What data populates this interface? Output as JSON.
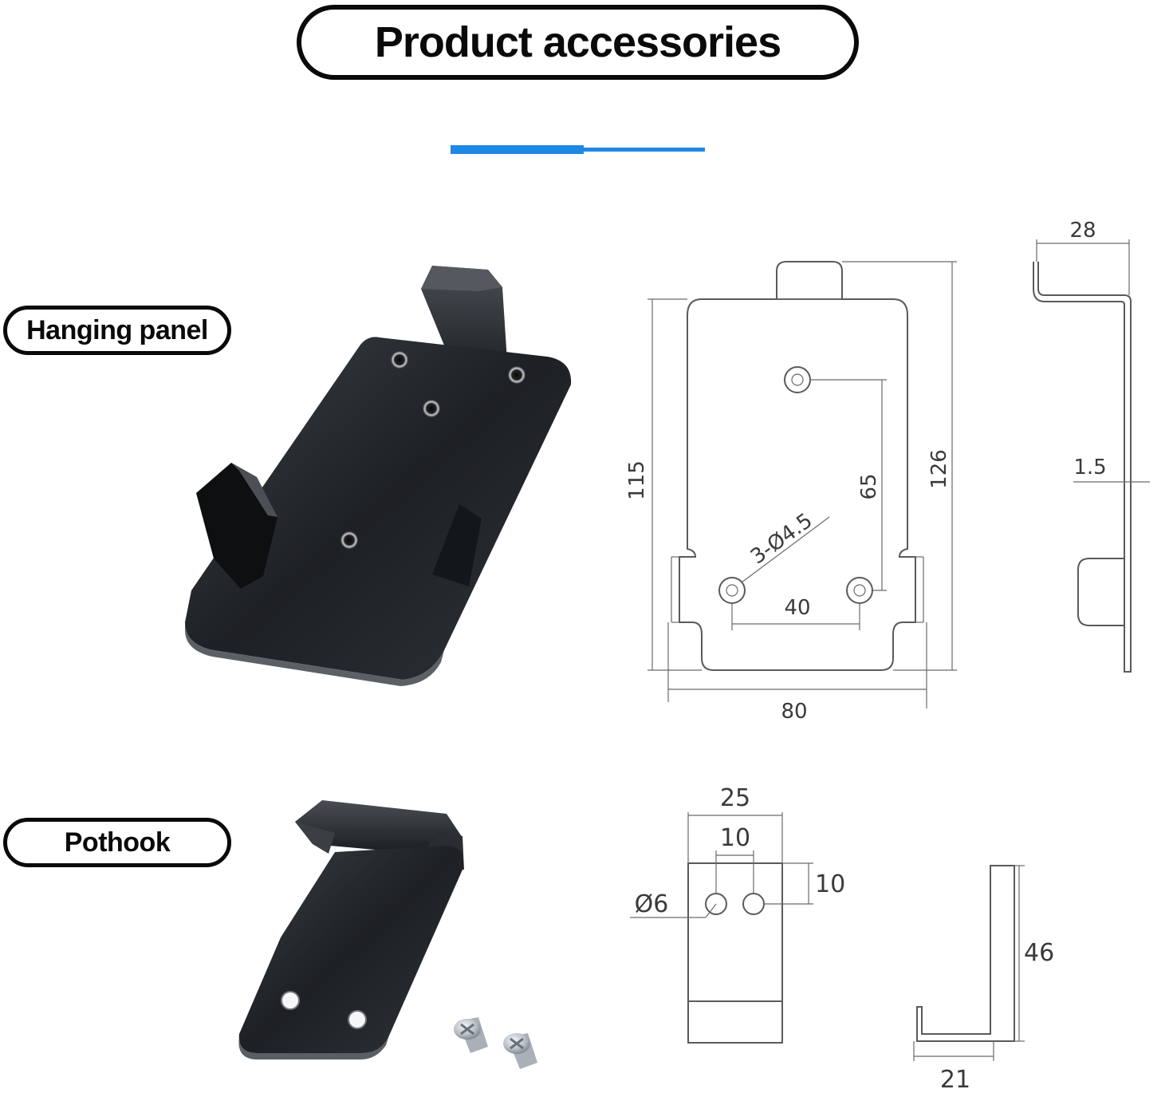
{
  "title": "Product accessories",
  "accent_color": "#1e88e5",
  "sections": {
    "hanging_panel": {
      "label": "Hanging panel",
      "dims": {
        "height_inner": "115",
        "height_total": "126",
        "width": "80",
        "hole_vertical": "65",
        "hole_spacing": "40",
        "holes": "3-Ø4.5",
        "depth": "28",
        "thickness": "1.5"
      }
    },
    "pothook": {
      "label": "Pothook",
      "dims": {
        "width": "25",
        "hole_spacing": "10",
        "hole_offset": "10",
        "hole_dia": "Ø6",
        "height": "46",
        "depth": "21"
      }
    }
  }
}
